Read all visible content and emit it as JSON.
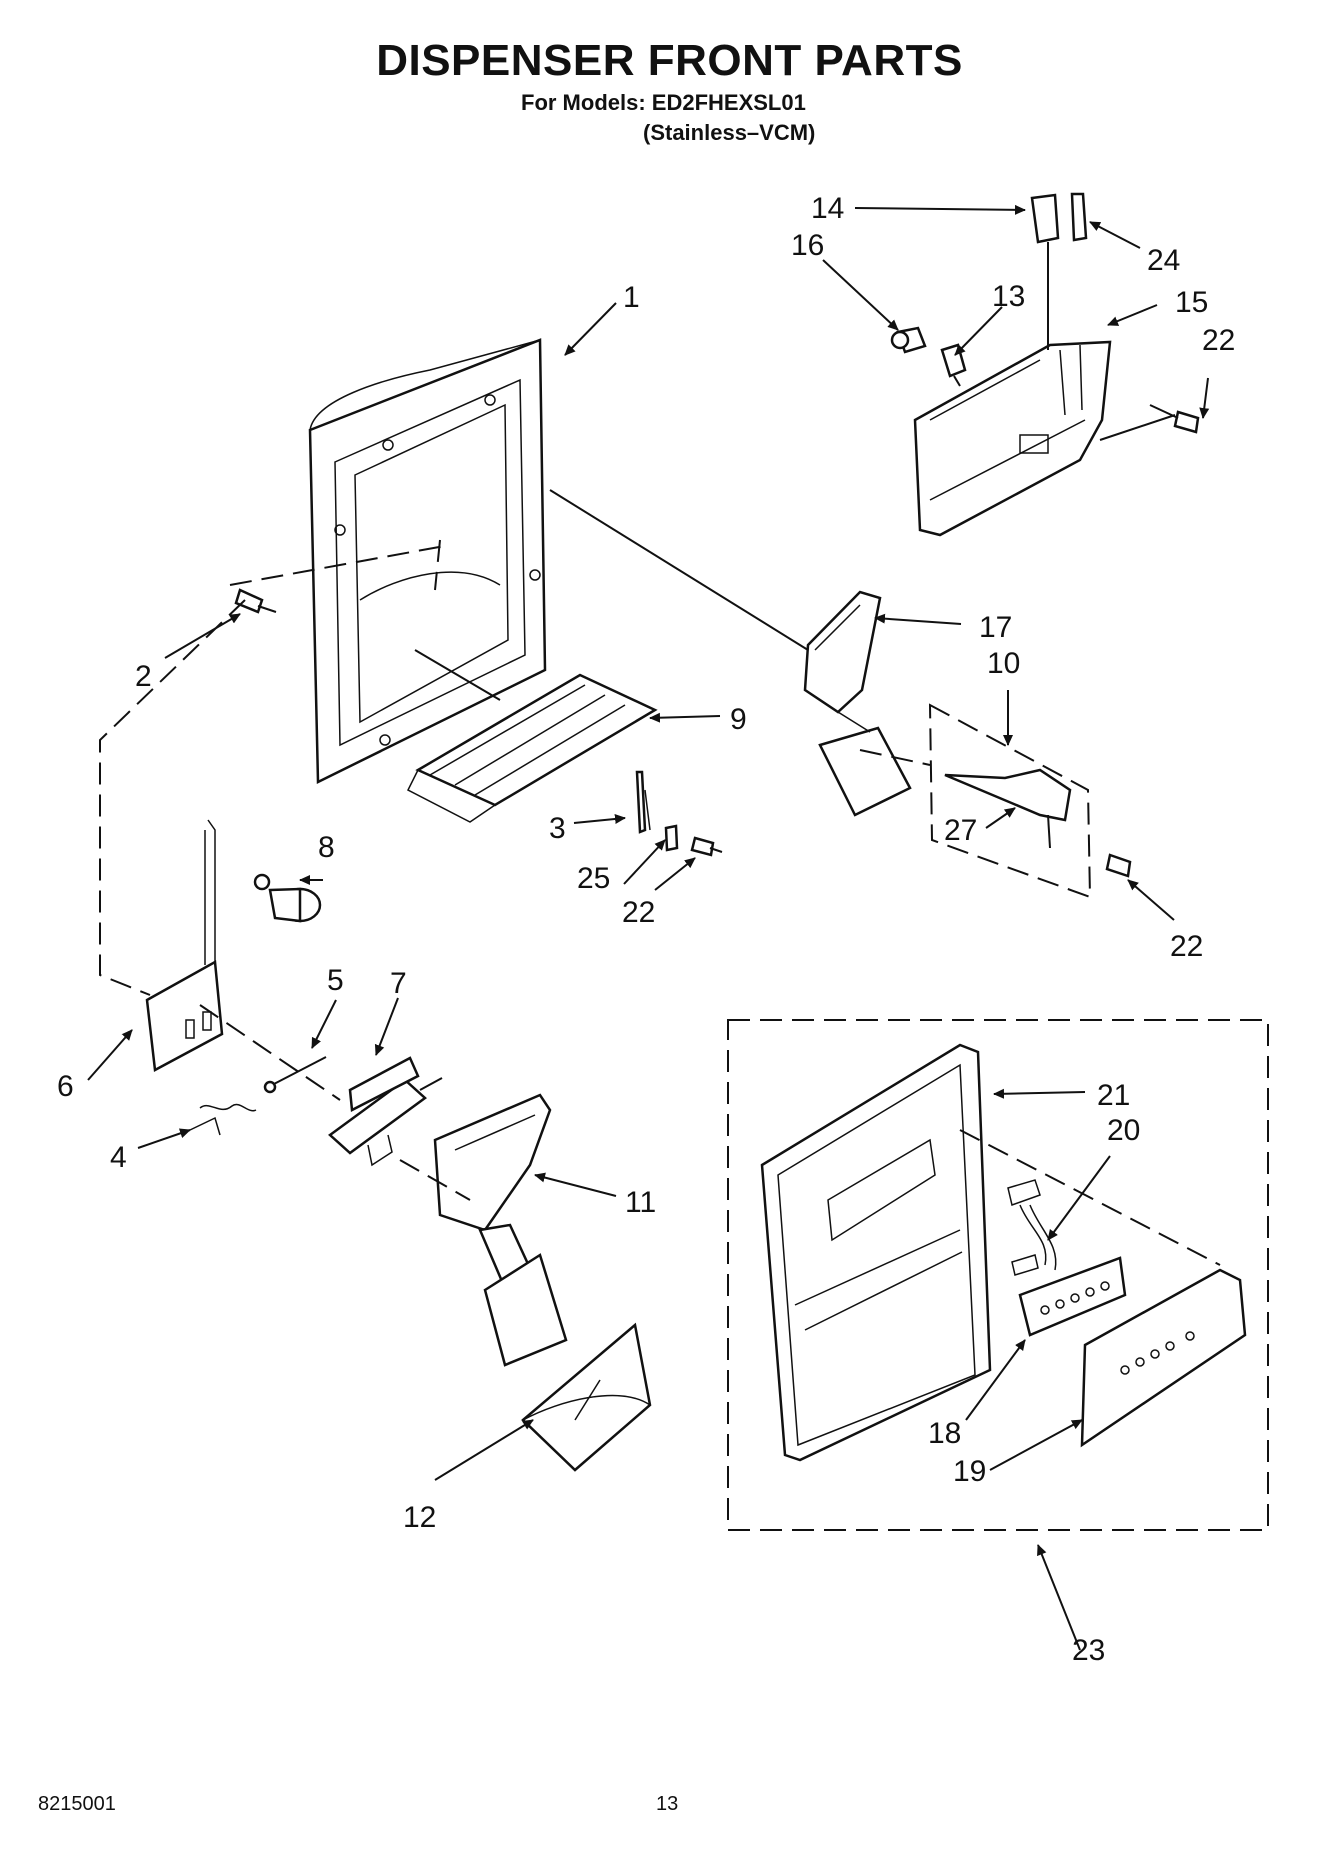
{
  "header": {
    "title": "DISPENSER FRONT PARTS",
    "models": "For Models: ED2FHEXSL01",
    "variant": "(Stainless–VCM)"
  },
  "footer": {
    "doc_number": "8215001",
    "page_number": "13"
  },
  "callouts": [
    {
      "id": "1",
      "text": "1"
    },
    {
      "id": "2",
      "text": "2"
    },
    {
      "id": "3",
      "text": "3"
    },
    {
      "id": "4",
      "text": "4"
    },
    {
      "id": "5",
      "text": "5"
    },
    {
      "id": "6",
      "text": "6"
    },
    {
      "id": "7",
      "text": "7"
    },
    {
      "id": "8",
      "text": "8"
    },
    {
      "id": "9",
      "text": "9"
    },
    {
      "id": "10",
      "text": "10"
    },
    {
      "id": "11",
      "text": "11"
    },
    {
      "id": "12",
      "text": "12"
    },
    {
      "id": "13",
      "text": "13"
    },
    {
      "id": "14",
      "text": "14"
    },
    {
      "id": "15",
      "text": "15"
    },
    {
      "id": "16",
      "text": "16"
    },
    {
      "id": "17",
      "text": "17"
    },
    {
      "id": "18",
      "text": "18"
    },
    {
      "id": "19",
      "text": "19"
    },
    {
      "id": "20",
      "text": "20"
    },
    {
      "id": "21",
      "text": "21"
    },
    {
      "id": "22a",
      "text": "22"
    },
    {
      "id": "22b",
      "text": "22"
    },
    {
      "id": "22c",
      "text": "22"
    },
    {
      "id": "23",
      "text": "23"
    },
    {
      "id": "24",
      "text": "24"
    },
    {
      "id": "25",
      "text": "25"
    },
    {
      "id": "27",
      "text": "27"
    }
  ]
}
